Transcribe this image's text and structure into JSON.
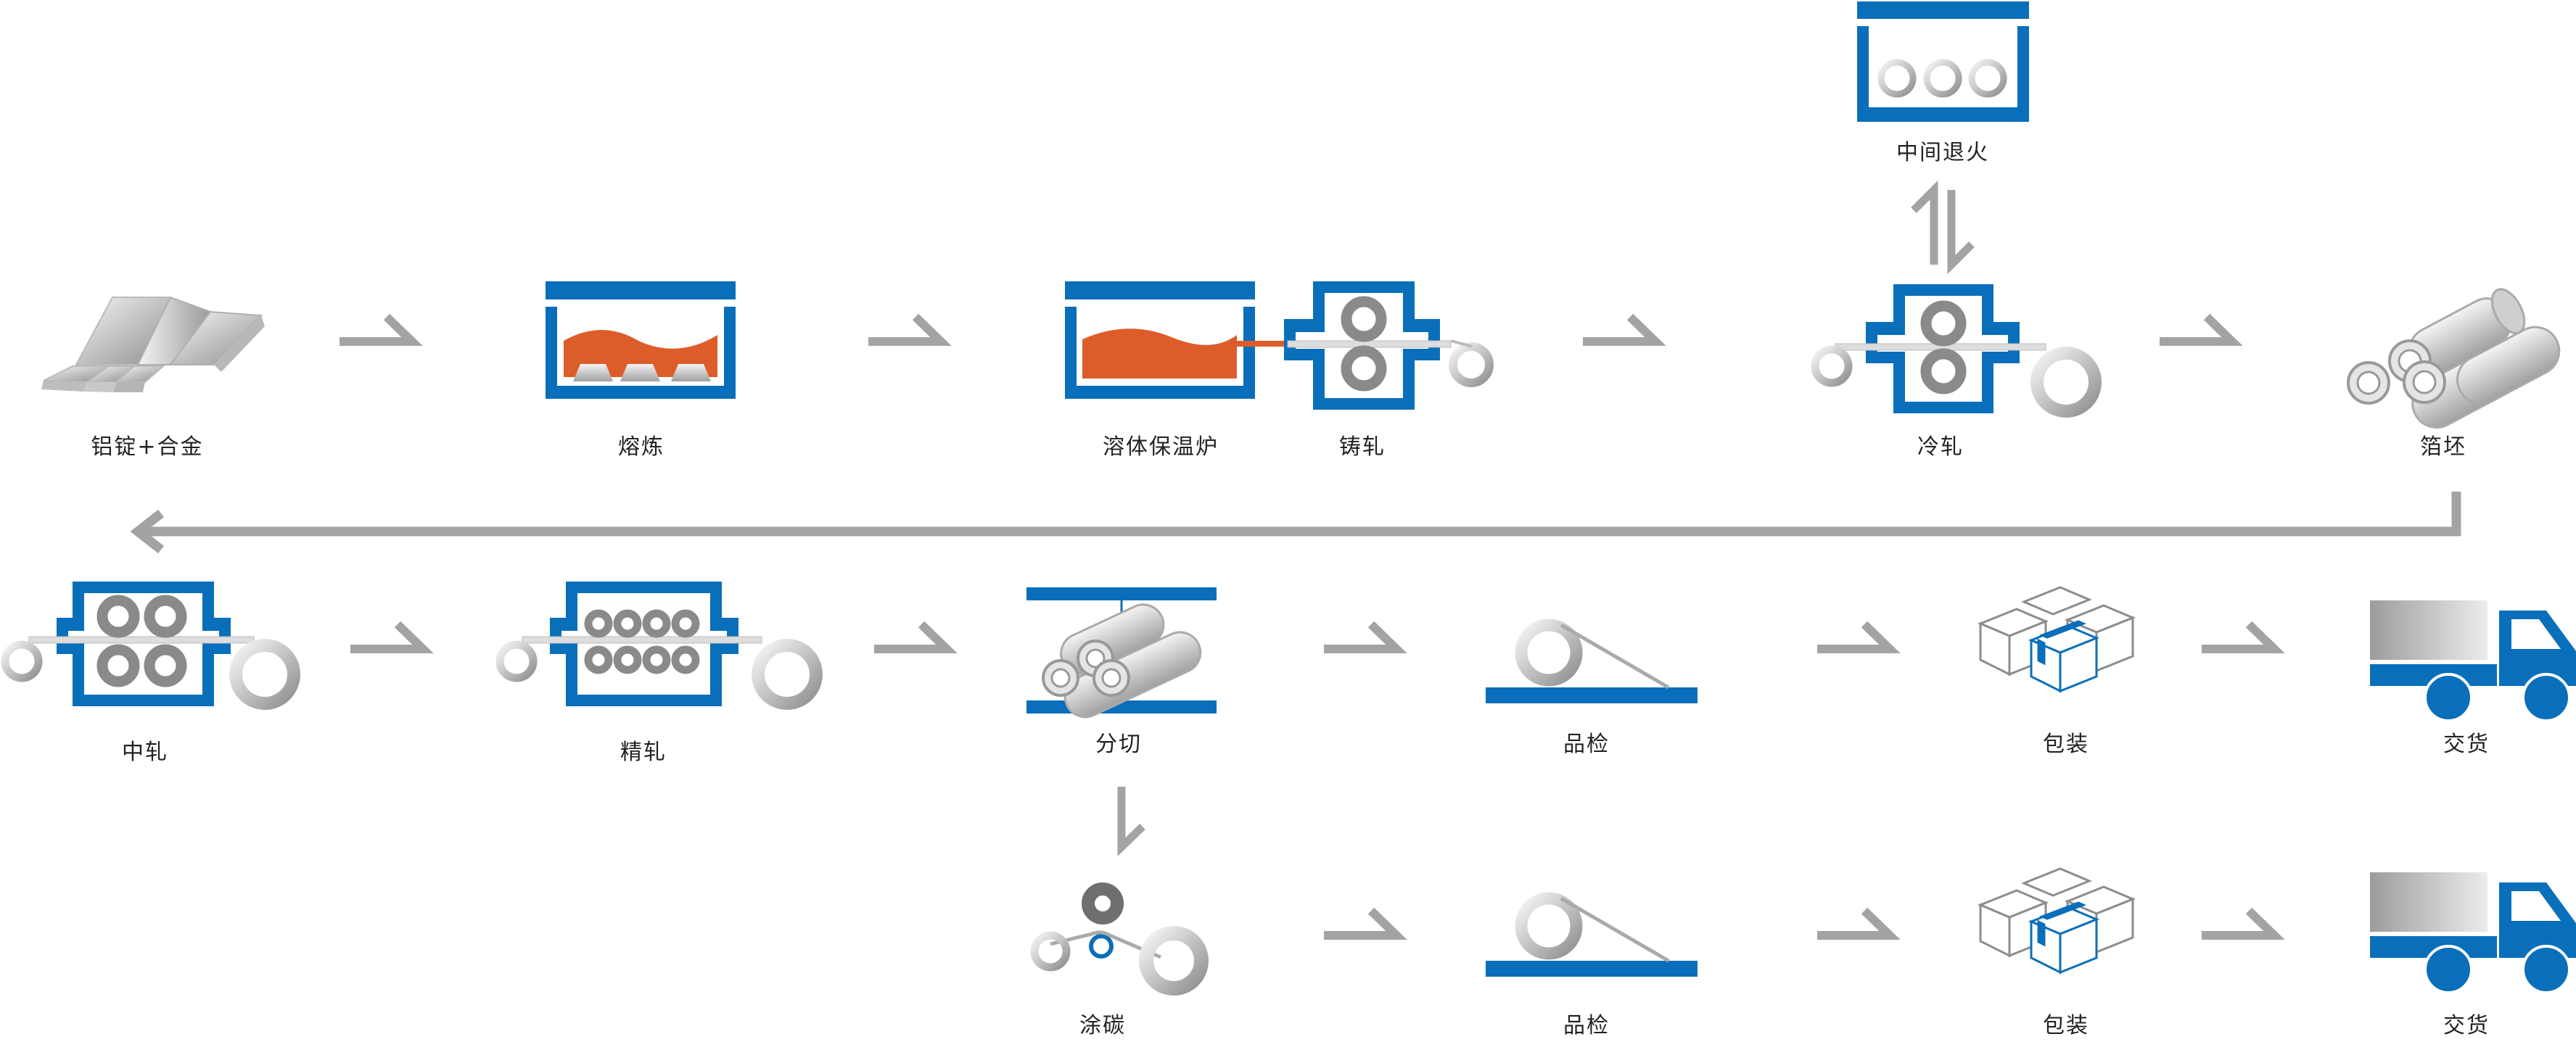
{
  "colors": {
    "blue": "#0a6fba",
    "orange": "#dd5d2a",
    "gray_arrow": "#a3a3a3",
    "metal_light": "#f1f1f1",
    "metal_dark": "#9a9a9a",
    "roller_dark": "#8a8a8a",
    "text": "#222222"
  },
  "steps": {
    "ingot": "铝锭+合金",
    "melting": "熔炼",
    "holding_furnace": "溶体保温炉",
    "cast_rolling": "铸轧",
    "intermediate_annealing": "中间退火",
    "cold_rolling": "冷轧",
    "foil_stock": "箔坯",
    "intermediate_rolling": "中轧",
    "finish_rolling": "精轧",
    "slitting": "分切",
    "inspection": "品检",
    "packing": "包装",
    "delivery": "交货",
    "carbon_coating": "涂碳",
    "inspection_2": "品检",
    "packing_2": "包装",
    "delivery_2": "交货"
  },
  "icons": {
    "ingot": "aluminum-ingot-icon",
    "furnace": "melting-furnace-icon",
    "holding": "holding-furnace-icon",
    "mill": "rolling-mill-icon",
    "annealing": "annealing-furnace-icon",
    "coils": "foil-coils-icon",
    "slitter": "slitting-machine-icon",
    "inspect": "inspection-table-icon",
    "boxes": "packing-boxes-icon",
    "truck": "delivery-truck-icon",
    "coater": "carbon-coater-icon"
  }
}
